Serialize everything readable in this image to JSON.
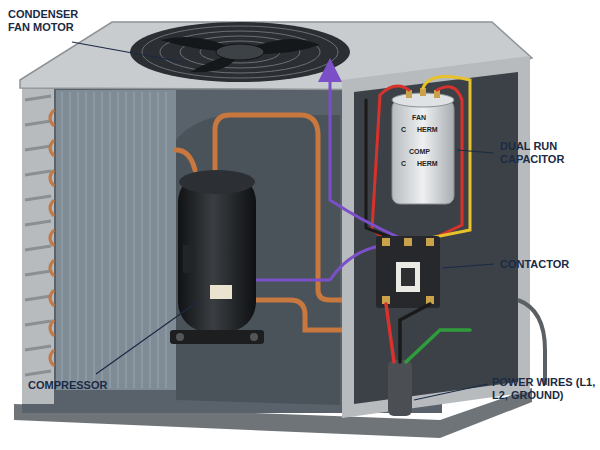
{
  "diagram": {
    "labels": [
      "CONDENSER FAN MOTOR",
      "DUAL RUN CAPACITOR",
      "CONTACTOR",
      "COMPRESSOR",
      "POWER WIRES (L1, L2, GROUND)",
      "FAN",
      "C",
      "HERM",
      "COMP",
      "C",
      "HERM"
    ]
  }
}
